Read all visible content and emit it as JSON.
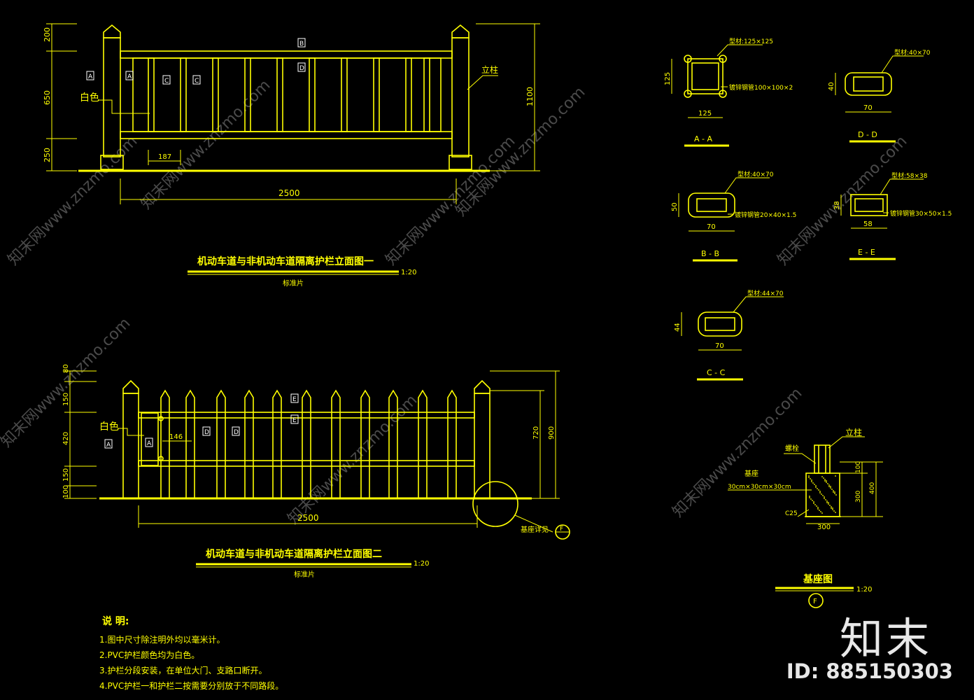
{
  "elevation1": {
    "title": "机动车道与非机动车道隔离护栏立面图一",
    "scale": "1:20",
    "subtitle": "标准片",
    "dim_width": "2500",
    "dim_top": "200",
    "dim_mid": "650",
    "dim_bottom": "250",
    "dim_height": "1100",
    "dim_spacing": "187",
    "label_white": "白色",
    "label_post": "立柱",
    "mark_A": "A",
    "mark_B": "B",
    "mark_C": "C",
    "mark_D": "D"
  },
  "elevation2": {
    "title": "机动车道与非机动车道隔离护栏立面图二",
    "scale": "1:20",
    "subtitle": "标准片",
    "dim_width": "2500",
    "dim_left": [
      "80",
      "150",
      "420",
      "150",
      "100"
    ],
    "dim_720": "720",
    "dim_900": "900",
    "dim_spacing": "146",
    "label_white": "白色",
    "label_detail": "基座详见",
    "detail_mark": "F",
    "mark_A": "A",
    "mark_D": "D",
    "mark_E": "E"
  },
  "sections": {
    "AA": {
      "title": "A - A",
      "dim": "125",
      "dim_w": "125",
      "note1": "型材:125×125",
      "note2": "镀锌钢管100×100×2"
    },
    "DD": {
      "title": "D - D",
      "dim": "40",
      "dim_w": "70",
      "note1": "型材:40×70"
    },
    "BB": {
      "title": "B - B",
      "dim": "50",
      "dim_w": "70",
      "note1": "型材:40×70",
      "note2": "镀锌钢管20×40×1.5"
    },
    "EE": {
      "title": "E - E",
      "dim": "38",
      "dim_w": "58",
      "note1": "型材:58×38",
      "note2": "镀锌钢管30×50×1.5"
    },
    "CC": {
      "title": "C - C",
      "dim": "44",
      "dim_w": "70",
      "note1": "型材:44×70"
    }
  },
  "base": {
    "title": "基座图",
    "scale": "1:20",
    "detail_mark": "F",
    "label_post": "立柱",
    "label_bolt": "螺栓",
    "label_base": "基座",
    "label_base_size": "30cm×30cm×30cm",
    "label_concrete": "C25",
    "dim_w": "300",
    "dim_100": "100",
    "dim_300": "300",
    "dim_400": "400"
  },
  "notes": {
    "heading": "说  明:",
    "items": [
      "1.图中尺寸除注明外均以毫米计。",
      "2.PVC护栏颜色均为白色。",
      "3.护栏分段安装，在单位大门、支路口断开。",
      "4.PVC护栏一和护栏二按需要分别放于不同路段。"
    ]
  },
  "watermark": {
    "brand": "知末",
    "id_text": "ID: 885150303",
    "tile": "知末网www.znzmo.com"
  },
  "colors": {
    "line": "#ffff00",
    "background": "#000000",
    "text_white": "#ffffff"
  }
}
